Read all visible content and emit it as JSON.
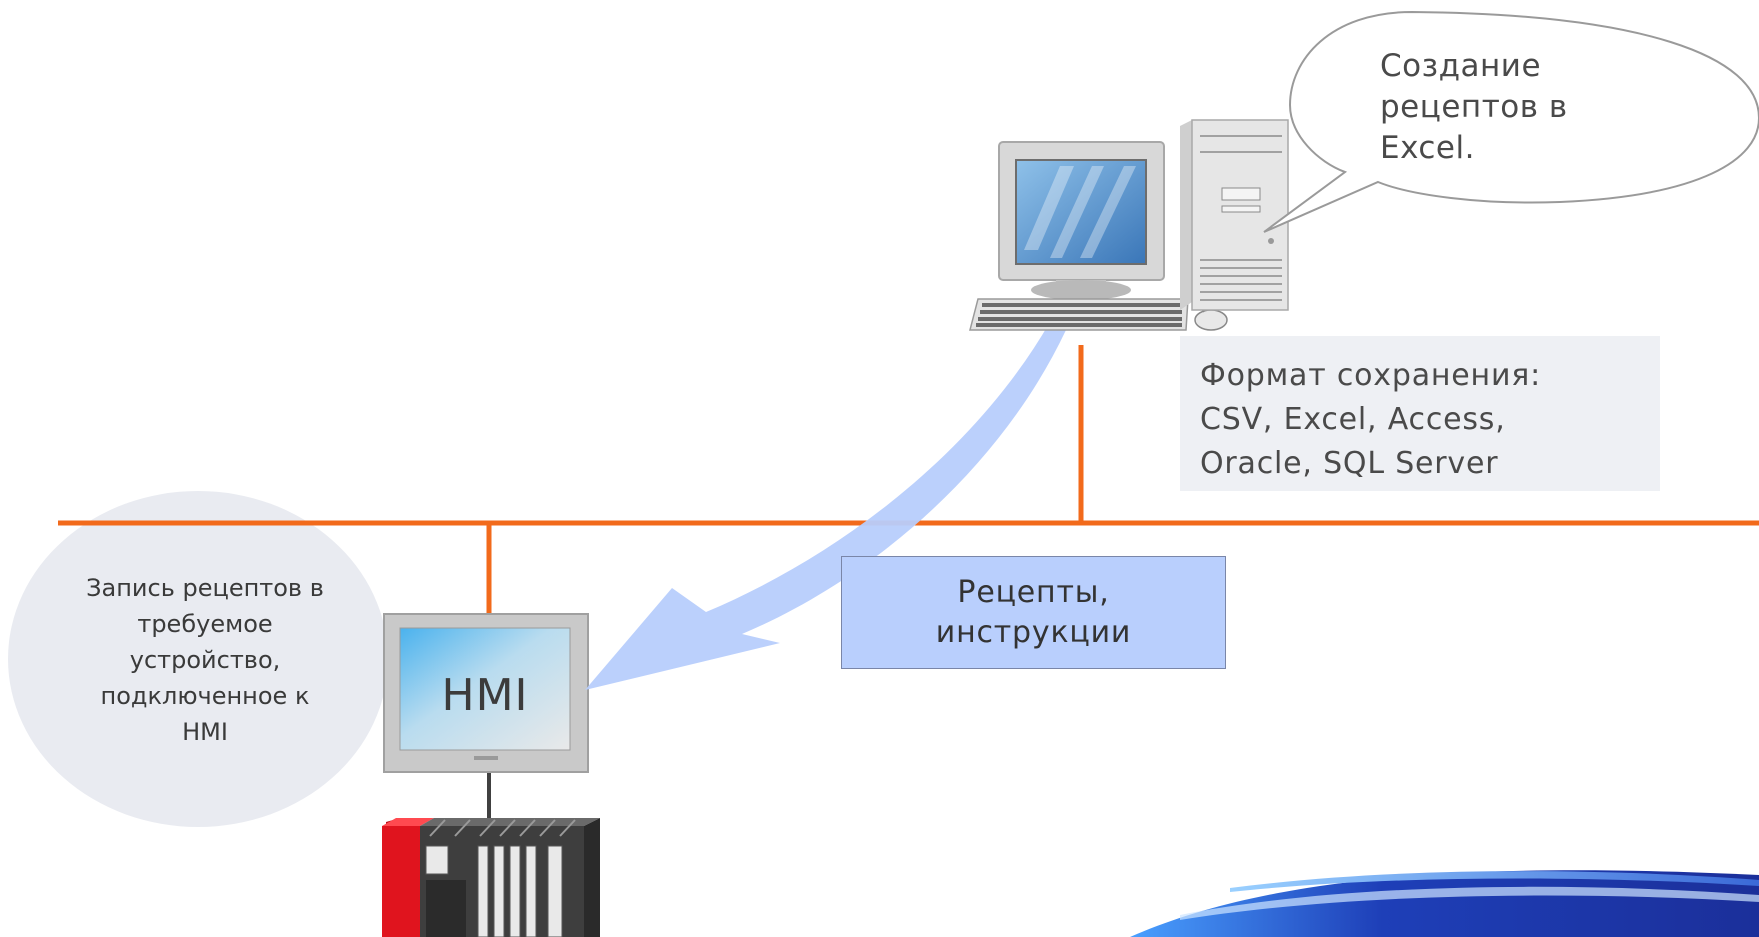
{
  "speech_bubble": {
    "lines": [
      "Создание",
      "рецептов в",
      "Excel."
    ]
  },
  "format_box": {
    "lines": [
      "Формат сохранения:",
      "CSV, Excel, Access,",
      "Oracle, SQL Server"
    ]
  },
  "recipes_box": {
    "lines": [
      "Рецепты,",
      "инструкции"
    ]
  },
  "left_note": {
    "lines": [
      "Запись рецептов в",
      "требуемое",
      "устройство,",
      "подключенное к",
      "HMI"
    ]
  },
  "hmi": {
    "label": "HMI"
  },
  "colors": {
    "network_line": "#f26a1b",
    "arrow": "#b7cdfc",
    "hmi_screen": "#5ab8f0",
    "plc_red": "#e0141e",
    "left_circle": "#e8eaf0",
    "swoosh": "#1a3fb0"
  }
}
